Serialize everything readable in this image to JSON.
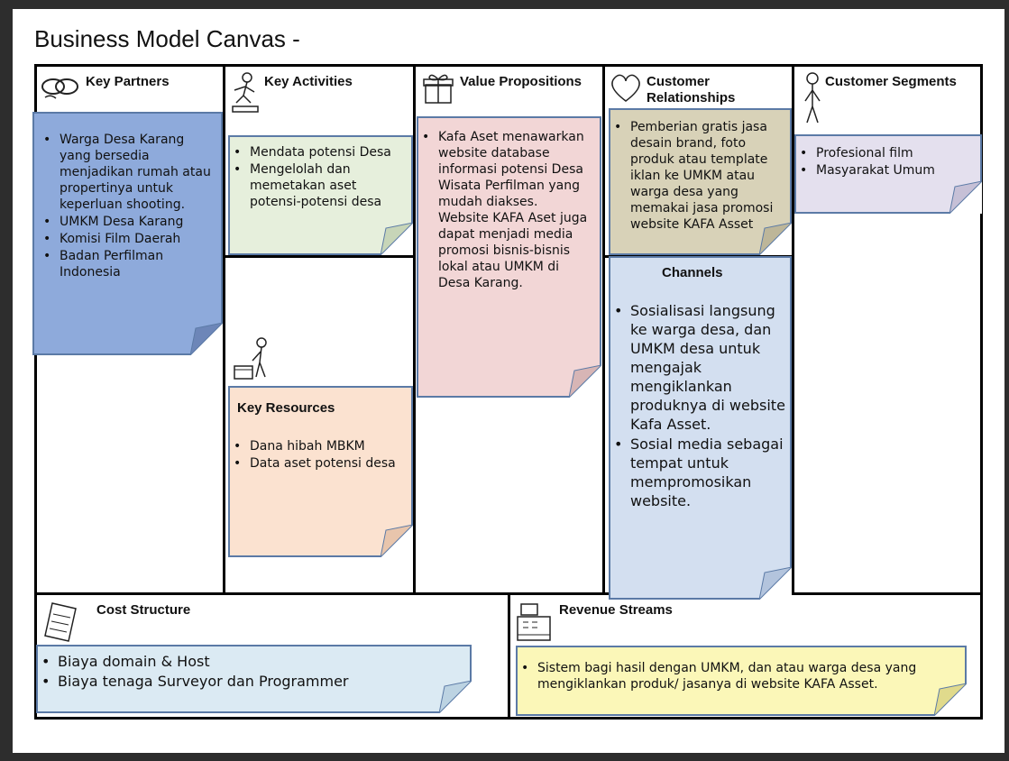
{
  "title": "Business Model Canvas -",
  "sections": {
    "key_partners": {
      "title": "Key Partners",
      "items": [
        "Warga Desa Karang yang bersedia menjadikan rumah atau propertinya untuk keperluan shooting.",
        "UMKM Desa Karang",
        "Komisi Film Daerah",
        "Badan Perfilman Indonesia"
      ]
    },
    "key_activities": {
      "title": "Key Activities",
      "items": [
        "Mendata potensi Desa",
        "Mengelolah dan memetakan aset potensi-potensi desa"
      ]
    },
    "key_resources": {
      "title": "Key Resources",
      "items": [
        "Dana hibah MBKM",
        "Data aset potensi desa"
      ]
    },
    "value_propositions": {
      "title": "Value Propositions",
      "items": [
        "Kafa Aset menawarkan website database informasi potensi Desa Wisata Perfilman yang mudah diakses. Website KAFA Aset juga dapat menjadi media promosi bisnis-bisnis lokal atau UMKM di Desa Karang."
      ]
    },
    "customer_relationships": {
      "title": "Customer Relationships",
      "items": [
        "Pemberian gratis jasa desain brand, foto produk atau template iklan ke UMKM atau warga desa yang memakai jasa promosi website KAFA Asset"
      ]
    },
    "channels": {
      "title": "Channels",
      "items": [
        "Sosialisasi langsung ke warga desa, dan UMKM desa untuk mengajak mengiklankan produknya di website Kafa Asset.",
        "Sosial media sebagai tempat untuk mempromosikan website."
      ]
    },
    "customer_segments": {
      "title": "Customer Segments",
      "items": [
        "Profesional film",
        "Masyarakat Umum"
      ]
    },
    "cost_structure": {
      "title": "Cost Structure",
      "items": [
        "Biaya domain & Host",
        "Biaya tenaga Surveyor dan Programmer"
      ]
    },
    "revenue_streams": {
      "title": "Revenue Streams",
      "items": [
        "Sistem bagi hasil dengan UMKM, dan atau warga desa yang mengiklankan produk/ jasanya di website KAFA Asset."
      ]
    }
  },
  "colors": {
    "key_partners": "#8eaadb",
    "key_activities": "#e6efdc",
    "key_resources": "#fbe2d0",
    "value_propositions": "#f2d6d6",
    "customer_relationships": "#d8d2b8",
    "channels": "#d3dff0",
    "customer_segments": "#e4e0ee",
    "cost_structure": "#dbeaf3",
    "revenue_streams": "#fbf7b8",
    "note_border": "#5b7aa6"
  }
}
